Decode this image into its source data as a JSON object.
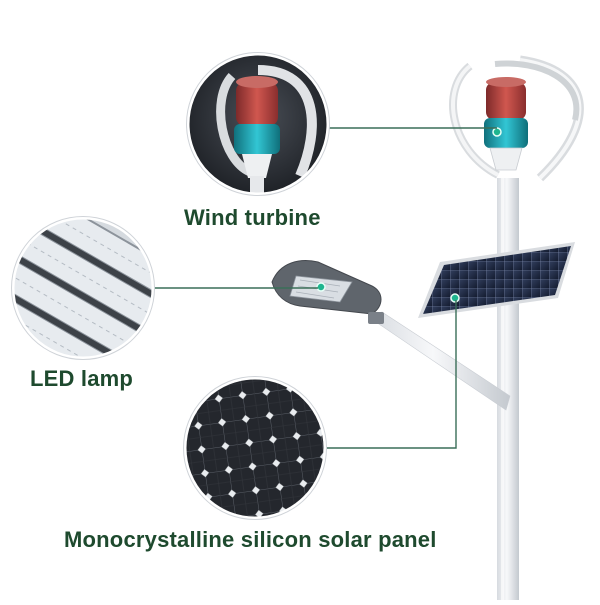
{
  "colors": {
    "label_text": "#1e4a2e",
    "callout_line": "#3a6e58",
    "callout_dot": "#1fb58f",
    "pole": "#eceef1",
    "pole_shadow": "#c8ccd2",
    "turbine_red": "#b23a3a",
    "turbine_teal": "#1aa9b8",
    "panel_dark": "#1f2a44",
    "lamp_body": "#5a5f66"
  },
  "icons": {
    "wind": "wind-turbine-icon",
    "led": "led-lamp-icon",
    "solar": "solar-panel-icon"
  },
  "callouts": {
    "wind_turbine": {
      "label": "Wind turbine"
    },
    "led_lamp": {
      "label": "LED lamp"
    },
    "solar_panel": {
      "label": "Monocrystalline silicon solar panel"
    }
  }
}
